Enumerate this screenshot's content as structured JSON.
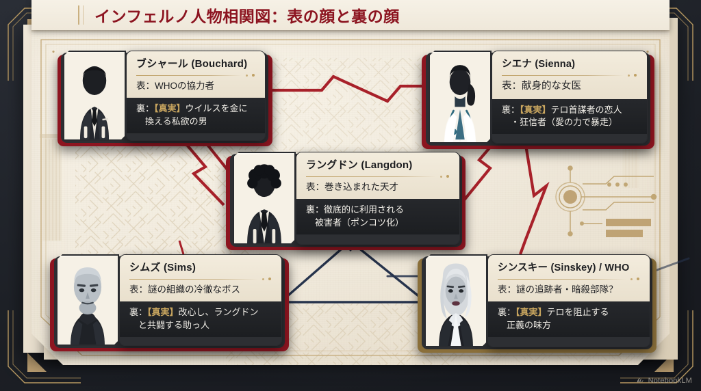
{
  "header": {
    "title": "インフェルノ人物相関図：表の顔と裏の顔"
  },
  "labels": {
    "surface_prefix": "表：",
    "truth_prefix": "裏：",
    "truth_tag": "【真実】"
  },
  "cards": [
    {
      "id": "bouchard",
      "name": "ブシャール (Bouchard)",
      "portrait_icon": "man-in-suit-silhouette-icon",
      "surface": "表：WHOの協力者",
      "truth_prefix": "裏：",
      "truth_tag": "【真実】",
      "truth_line1": "ウイルスを金に",
      "truth_line2": "換える私欲の男"
    },
    {
      "id": "sienna",
      "name": "シエナ (Sienna)",
      "portrait_icon": "woman-doctor-stethoscope-silhouette-icon",
      "surface": "表：献身的な女医",
      "truth_prefix": "裏：",
      "truth_tag": "【真実】",
      "truth_line1": "テロ首謀者の恋人",
      "truth_line2": "・狂信者（愛の力で暴走）"
    },
    {
      "id": "langdon",
      "name": "ラングドン (Langdon)",
      "portrait_icon": "curly-haired-man-silhouette-icon",
      "surface": "表：巻き込まれた天才",
      "truth_prefix": "裏：",
      "truth_tag": "",
      "truth_line1": "徹底的に利用される",
      "truth_line2": "被害者（ポンコツ化）"
    },
    {
      "id": "sims",
      "name": "シムズ (Sims)",
      "portrait_icon": "bald-stern-man-portrait-icon",
      "surface": "表：謎の組織の冷徹なボス",
      "truth_prefix": "裏：",
      "truth_tag": "【真実】",
      "truth_line1": "改心し、ラングドン",
      "truth_line2": "と共闘する助っ人"
    },
    {
      "id": "sinskey",
      "name": "シンスキー (Sinskey) / WHO",
      "portrait_icon": "silver-haired-woman-portrait-icon",
      "surface": "表：謎の追跡者・暗殺部隊？",
      "truth_prefix": "裏：",
      "truth_tag": "【真実】",
      "truth_line1": "テロを阻止する",
      "truth_line2": "正義の味方"
    }
  ],
  "decor": {
    "circuit_icon": "circuit-node-decoration-icon",
    "maze_icon": "labyrinth-pattern-icon",
    "column_icon": "classical-column-icon",
    "corner_icon": "gold-corner-accent-icon"
  },
  "watermark": {
    "label": "NotebookLM",
    "icon": "notebooklm-logo-icon"
  },
  "colors": {
    "title_red": "#8c1420",
    "frame_dark": "#23262d",
    "paper": "#f2ecde",
    "gold": "#c2a56e",
    "link_red": "#a8212a",
    "link_navy": "#27344d",
    "truth_panel": "#24262a",
    "truth_tag_gold": "#c9a65f"
  }
}
